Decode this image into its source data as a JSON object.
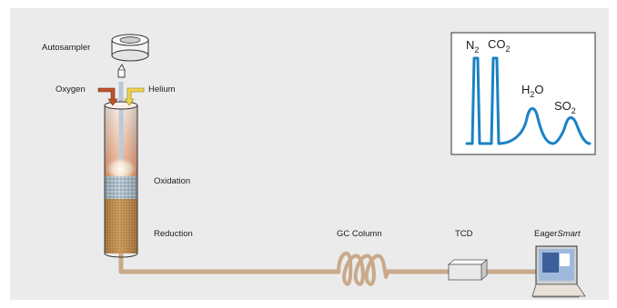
{
  "labels": {
    "autosampler": "Autosampler",
    "oxygen": "Oxygen",
    "helium": "Helium",
    "oxidation": "Oxidation",
    "reduction": "Reduction",
    "gc_column": "GC Column",
    "tcd": "TCD",
    "eager_prefix": "Eager",
    "eager_suffix": "Smart"
  },
  "chromatogram": {
    "peaks": [
      {
        "base": "N",
        "sub": "2",
        "post": ""
      },
      {
        "base": "CO",
        "sub": "2",
        "post": ""
      },
      {
        "base": "H",
        "sub": "2",
        "post": "O"
      },
      {
        "base": "SO",
        "sub": "2",
        "post": ""
      }
    ]
  },
  "colors": {
    "background": "#ebebeb",
    "tube_line": "#c8a98a",
    "chrom_trace": "#1a82c4",
    "oxygen_arrow": "#c0522a",
    "helium_arrow": "#efd54a",
    "reduction_fill": "#c38a44"
  }
}
